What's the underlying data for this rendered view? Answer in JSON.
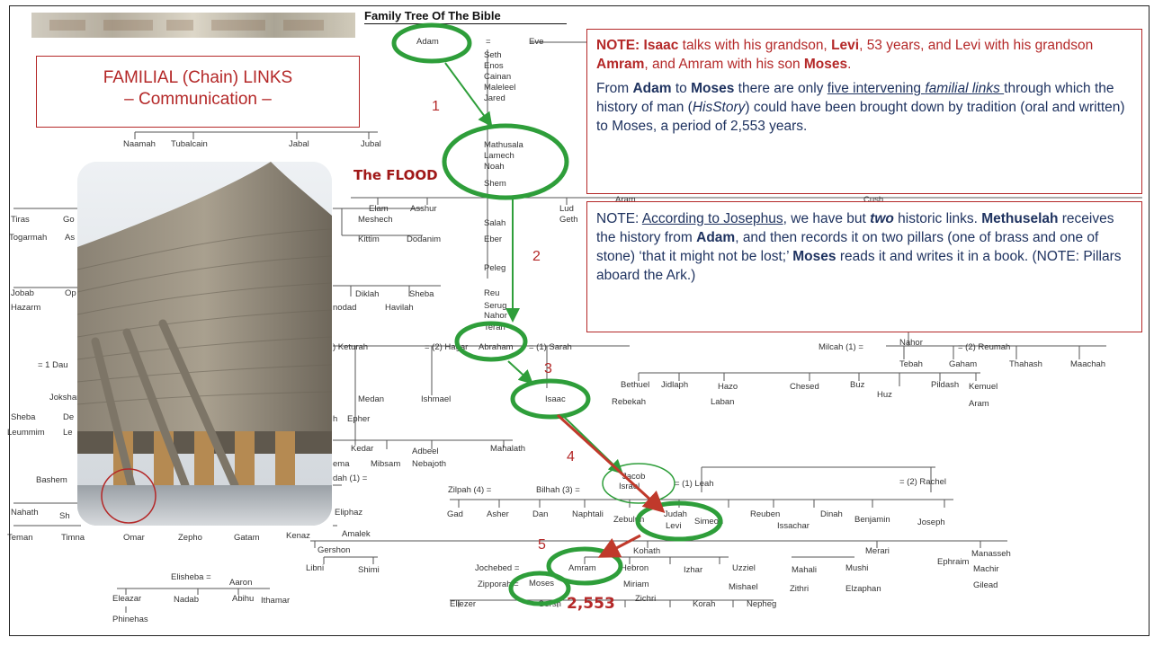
{
  "title": "Family Tree Of The Bible",
  "familial_box": {
    "line1": "FAMILIAL (Chain) LINKS",
    "line2": "– Communication –"
  },
  "note1": {
    "p1": [
      {
        "t": "NOTE: ",
        "s": "b red"
      },
      {
        "t": "Isaac",
        "s": "b red"
      },
      {
        "t": " talks with his grandson, ",
        "s": "red"
      },
      {
        "t": "Levi",
        "s": "b red"
      },
      {
        "t": ", 53 years, and Levi with his grandson ",
        "s": "red"
      },
      {
        "t": "Amram",
        "s": "b red"
      },
      {
        "t": ", and Amram with his son ",
        "s": "red"
      },
      {
        "t": "Moses",
        "s": "b red"
      },
      {
        "t": ".",
        "s": "red"
      }
    ],
    "p2": [
      {
        "t": "From ",
        "s": ""
      },
      {
        "t": "Adam",
        "s": "b"
      },
      {
        "t": " to ",
        "s": ""
      },
      {
        "t": "Moses",
        "s": "b"
      },
      {
        "t": " there are only ",
        "s": ""
      },
      {
        "t": "five intervening ",
        "s": "u"
      },
      {
        "t": "familial links ",
        "s": "u i"
      },
      {
        "t": "through which the history of man (",
        "s": ""
      },
      {
        "t": "HisStory",
        "s": "i"
      },
      {
        "t": ") could have been brought down by tradition (oral and written) to Moses, a period of 2,553 years.",
        "s": ""
      }
    ]
  },
  "note2": {
    "p1": [
      {
        "t": "NOTE: ",
        "s": ""
      },
      {
        "t": "According to Josephus",
        "s": "u"
      },
      {
        "t": ", we have but ",
        "s": ""
      },
      {
        "t": "two",
        "s": "b i"
      },
      {
        "t": " historic links. ",
        "s": ""
      },
      {
        "t": "Methuselah",
        "s": "b"
      },
      {
        "t": " receives the history from ",
        "s": ""
      },
      {
        "t": "Adam",
        "s": "b"
      },
      {
        "t": ", and then records it on two pillars (one of brass and one of stone) ‘that it might not be lost;’ ",
        "s": ""
      },
      {
        "t": "Moses",
        "s": "b"
      },
      {
        "t": " reads it and writes it in a book. (NOTE: Pillars aboard the Ark.)",
        "s": ""
      }
    ]
  },
  "flood_label": "The FLOOD",
  "link_numbers": [
    "1",
    "2",
    "3",
    "4",
    "5"
  ],
  "years_label": "2,553",
  "colors": {
    "accent_red": "#b42828",
    "ellipse_green": "#2e9e3a",
    "arrow_red": "#c0392b",
    "note_text": "#1f3360"
  },
  "tree_names": [
    {
      "name": "Adam",
      "id": "adam"
    },
    {
      "name": "=",
      "id": "adam-eq"
    },
    {
      "name": "Eve",
      "id": "eve"
    },
    {
      "name": "Seth",
      "id": "seth"
    },
    {
      "name": "Enos",
      "id": "enos"
    },
    {
      "name": "Cainan",
      "id": "cainan"
    },
    {
      "name": "Maleleel",
      "id": "maleleel"
    },
    {
      "name": "Jared",
      "id": "jared"
    },
    {
      "name": "Naamah",
      "id": "naamah"
    },
    {
      "name": "Tubalcain",
      "id": "tubalcain"
    },
    {
      "name": "Jabal",
      "id": "jabal"
    },
    {
      "name": "Jubal",
      "id": "jubal"
    },
    {
      "name": "Mathusala",
      "id": "mathusala"
    },
    {
      "name": "Lamech",
      "id": "lamech"
    },
    {
      "name": "Noah",
      "id": "noah"
    },
    {
      "name": "Shem",
      "id": "shem"
    },
    {
      "name": "Elam",
      "id": "elam"
    },
    {
      "name": "Asshur",
      "id": "asshur"
    },
    {
      "name": "Lud",
      "id": "lud"
    },
    {
      "name": "Aram",
      "id": "aram-top"
    },
    {
      "name": "Cush",
      "id": "cush"
    },
    {
      "name": "Tiras",
      "id": "tiras"
    },
    {
      "name": "Go",
      "id": "go"
    },
    {
      "name": "Togarmah",
      "id": "togarmah"
    },
    {
      "name": "As",
      "id": "as"
    },
    {
      "name": "Meshech",
      "id": "meshech"
    },
    {
      "name": "Salah",
      "id": "salah"
    },
    {
      "name": "Geth",
      "id": "geth"
    },
    {
      "name": "Kittim",
      "id": "kittim"
    },
    {
      "name": "Dodanim",
      "id": "dodanim"
    },
    {
      "name": "Eber",
      "id": "eber"
    },
    {
      "name": "Peleg",
      "id": "peleg"
    },
    {
      "name": "Jobab",
      "id": "jobab"
    },
    {
      "name": "Op",
      "id": "op"
    },
    {
      "name": "Hazarm",
      "id": "hazarm"
    },
    {
      "name": "Diklah",
      "id": "diklah"
    },
    {
      "name": "Sheba",
      "id": "sheba-top"
    },
    {
      "name": "nodad",
      "id": "nodad"
    },
    {
      "name": "Havilah",
      "id": "havilah"
    },
    {
      "name": "Reu",
      "id": "reu"
    },
    {
      "name": "Serug",
      "id": "serug"
    },
    {
      "name": "Nahor",
      "id": "nahor1"
    },
    {
      "name": "Terah",
      "id": "terah"
    },
    {
      "name": ") Keturah",
      "id": "keturah"
    },
    {
      "name": "= (2) Hagar",
      "id": "hagar"
    },
    {
      "name": "Abraham",
      "id": "abraham"
    },
    {
      "name": "= (1) Sarah",
      "id": "sarah"
    },
    {
      "name": "Milcah (1) =",
      "id": "milcah"
    },
    {
      "name": "Nahor",
      "id": "nahor2"
    },
    {
      "name": "= (2) Reumah",
      "id": "reumah"
    },
    {
      "name": "Tebah",
      "id": "tebah"
    },
    {
      "name": "Gaham",
      "id": "gaham"
    },
    {
      "name": "Thahash",
      "id": "thahash"
    },
    {
      "name": "Maachah",
      "id": "maachah"
    },
    {
      "name": "= 1 Dau",
      "id": "dau"
    },
    {
      "name": "Jokshan",
      "id": "jokshan"
    },
    {
      "name": "Bethuel",
      "id": "bethuel"
    },
    {
      "name": "Jidlaph",
      "id": "jidlaph"
    },
    {
      "name": "Hazo",
      "id": "hazo"
    },
    {
      "name": "Chesed",
      "id": "chesed"
    },
    {
      "name": "Buz",
      "id": "buz"
    },
    {
      "name": "Pildash",
      "id": "pildash"
    },
    {
      "name": "Kemuel",
      "id": "kemuel"
    },
    {
      "name": "Huz",
      "id": "huz"
    },
    {
      "name": "Aram",
      "id": "aram2"
    },
    {
      "name": "Medan",
      "id": "medan"
    },
    {
      "name": "Ishmael",
      "id": "ishmael"
    },
    {
      "name": "Isaac",
      "id": "isaac"
    },
    {
      "name": "Rebekah",
      "id": "rebekah"
    },
    {
      "name": "Laban",
      "id": "laban"
    },
    {
      "name": "Sheba",
      "id": "sheba2"
    },
    {
      "name": "De",
      "id": "de"
    },
    {
      "name": "h",
      "id": "h-frag"
    },
    {
      "name": "Epher",
      "id": "epher"
    },
    {
      "name": "Leummim",
      "id": "leummim"
    },
    {
      "name": "Le",
      "id": "le"
    },
    {
      "name": "Kedar",
      "id": "kedar"
    },
    {
      "name": "Adbeel",
      "id": "adbeel"
    },
    {
      "name": "Mahalath",
      "id": "mahalath"
    },
    {
      "name": "ema",
      "id": "ema"
    },
    {
      "name": "Mibsam",
      "id": "mibsam"
    },
    {
      "name": "Nebajoth",
      "id": "nebajoth"
    },
    {
      "name": "Bashem",
      "id": "bashem"
    },
    {
      "name": "dah (1) =",
      "id": "adah"
    },
    {
      "name": "Jacob",
      "id": "jacob"
    },
    {
      "name": "Israel",
      "id": "israel"
    },
    {
      "name": "= (1) Leah",
      "id": "leah"
    },
    {
      "name": "= (2) Rachel",
      "id": "rachel"
    },
    {
      "name": "Zilpah (4) =",
      "id": "zilpah"
    },
    {
      "name": "Bilhah (3) =",
      "id": "bilhah"
    },
    {
      "name": "Eliphaz",
      "id": "eliphaz"
    },
    {
      "name": "Gad",
      "id": "gad"
    },
    {
      "name": "Asher",
      "id": "asher"
    },
    {
      "name": "Dan",
      "id": "dan"
    },
    {
      "name": "Naphtali",
      "id": "naphtali"
    },
    {
      "name": "Zebulun",
      "id": "zebulun"
    },
    {
      "name": "Judah",
      "id": "judah"
    },
    {
      "name": "Levi",
      "id": "levi"
    },
    {
      "name": "Simeon",
      "id": "simeon"
    },
    {
      "name": "Reuben",
      "id": "reuben"
    },
    {
      "name": "Issachar",
      "id": "issachar"
    },
    {
      "name": "Dinah",
      "id": "dinah"
    },
    {
      "name": "Benjamin",
      "id": "benjamin"
    },
    {
      "name": "Joseph",
      "id": "joseph"
    },
    {
      "name": "Nahath",
      "id": "nahath"
    },
    {
      "name": "Sh",
      "id": "sh"
    },
    {
      "name": "Teman",
      "id": "teman"
    },
    {
      "name": "Timna",
      "id": "timna"
    },
    {
      "name": "Omar",
      "id": "omar"
    },
    {
      "name": "Zepho",
      "id": "zepho"
    },
    {
      "name": "Gatam",
      "id": "gatam"
    },
    {
      "name": "Kenaz",
      "id": "kenaz"
    },
    {
      "name": "Amalek",
      "id": "amalek"
    },
    {
      "name": "Gershon",
      "id": "gershon"
    },
    {
      "name": "Kohath",
      "id": "kohath"
    },
    {
      "name": "Merari",
      "id": "merari"
    },
    {
      "name": "Manasseh",
      "id": "manasseh"
    },
    {
      "name": "Libni",
      "id": "libni"
    },
    {
      "name": "Shimi",
      "id": "shimi"
    },
    {
      "name": "Jochebed =",
      "id": "jochebed"
    },
    {
      "name": "Amram",
      "id": "amram"
    },
    {
      "name": "Hebron",
      "id": "hebron"
    },
    {
      "name": "Izhar",
      "id": "izhar"
    },
    {
      "name": "Uzziel",
      "id": "uzziel"
    },
    {
      "name": "Mahali",
      "id": "mahali"
    },
    {
      "name": "Mushi",
      "id": "mushi"
    },
    {
      "name": "Ephraim",
      "id": "ephraim"
    },
    {
      "name": "Machir",
      "id": "machir"
    },
    {
      "name": "Elisheba =",
      "id": "elisheba"
    },
    {
      "name": "Aaron",
      "id": "aaron"
    },
    {
      "name": "Miriam",
      "id": "miriam"
    },
    {
      "name": "Mishael",
      "id": "mishael"
    },
    {
      "name": "Zithri",
      "id": "zithri"
    },
    {
      "name": "Elzaphan",
      "id": "elzaphan"
    },
    {
      "name": "Gilead",
      "id": "gilead"
    },
    {
      "name": "Zipporah =",
      "id": "zipporah"
    },
    {
      "name": "Moses",
      "id": "moses"
    },
    {
      "name": "Eleazar",
      "id": "eleazar"
    },
    {
      "name": "Nadab",
      "id": "nadab"
    },
    {
      "name": "Abihu",
      "id": "abihu"
    },
    {
      "name": "Ithamar",
      "id": "ithamar"
    },
    {
      "name": "Eliezer",
      "id": "eliezer"
    },
    {
      "name": "Gersh",
      "id": "gersh"
    },
    {
      "name": "Zichri",
      "id": "zichri"
    },
    {
      "name": "Korah",
      "id": "korah"
    },
    {
      "name": "Nepheg",
      "id": "nepheg"
    },
    {
      "name": "Phinehas",
      "id": "phinehas"
    }
  ]
}
